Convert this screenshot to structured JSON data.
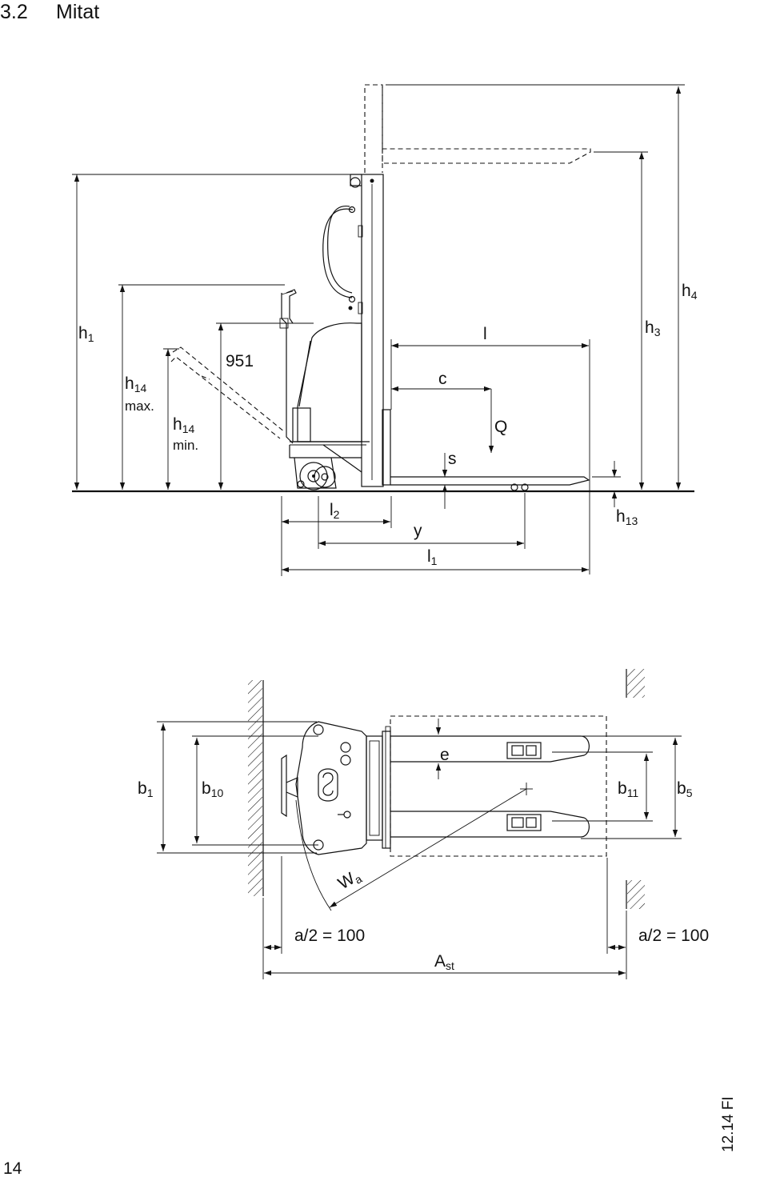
{
  "heading": {
    "number": "3.2",
    "title": "Mitat"
  },
  "page_number": "14",
  "doc_code": "12.14 FI",
  "side_view": {
    "h1": {
      "main": "h",
      "sub": "1"
    },
    "h14_max": {
      "main": "h",
      "sub": "14",
      "note": "max."
    },
    "h14_min": {
      "main": "h",
      "sub": "14",
      "note": "min."
    },
    "dim_951": "951",
    "c": "c",
    "s": "s",
    "q": "Q",
    "l": "l",
    "h3": {
      "main": "h",
      "sub": "3"
    },
    "h4": {
      "main": "h",
      "sub": "4"
    },
    "h13": {
      "main": "h",
      "sub": "13"
    },
    "l2": {
      "main": "l",
      "sub": "2"
    },
    "y": "y",
    "l1": {
      "main": "l",
      "sub": "1"
    }
  },
  "top_view": {
    "b1": {
      "main": "b",
      "sub": "1"
    },
    "b10": {
      "main": "b",
      "sub": "10"
    },
    "e": "e",
    "b11": {
      "main": "b",
      "sub": "11"
    },
    "b5": {
      "main": "b",
      "sub": "5"
    },
    "wa": {
      "main": "W",
      "sub": "a"
    },
    "a_half_left": "a/2 = 100",
    "a_half_right": "a/2 = 100",
    "ast": {
      "main": "A",
      "sub": "st"
    }
  }
}
